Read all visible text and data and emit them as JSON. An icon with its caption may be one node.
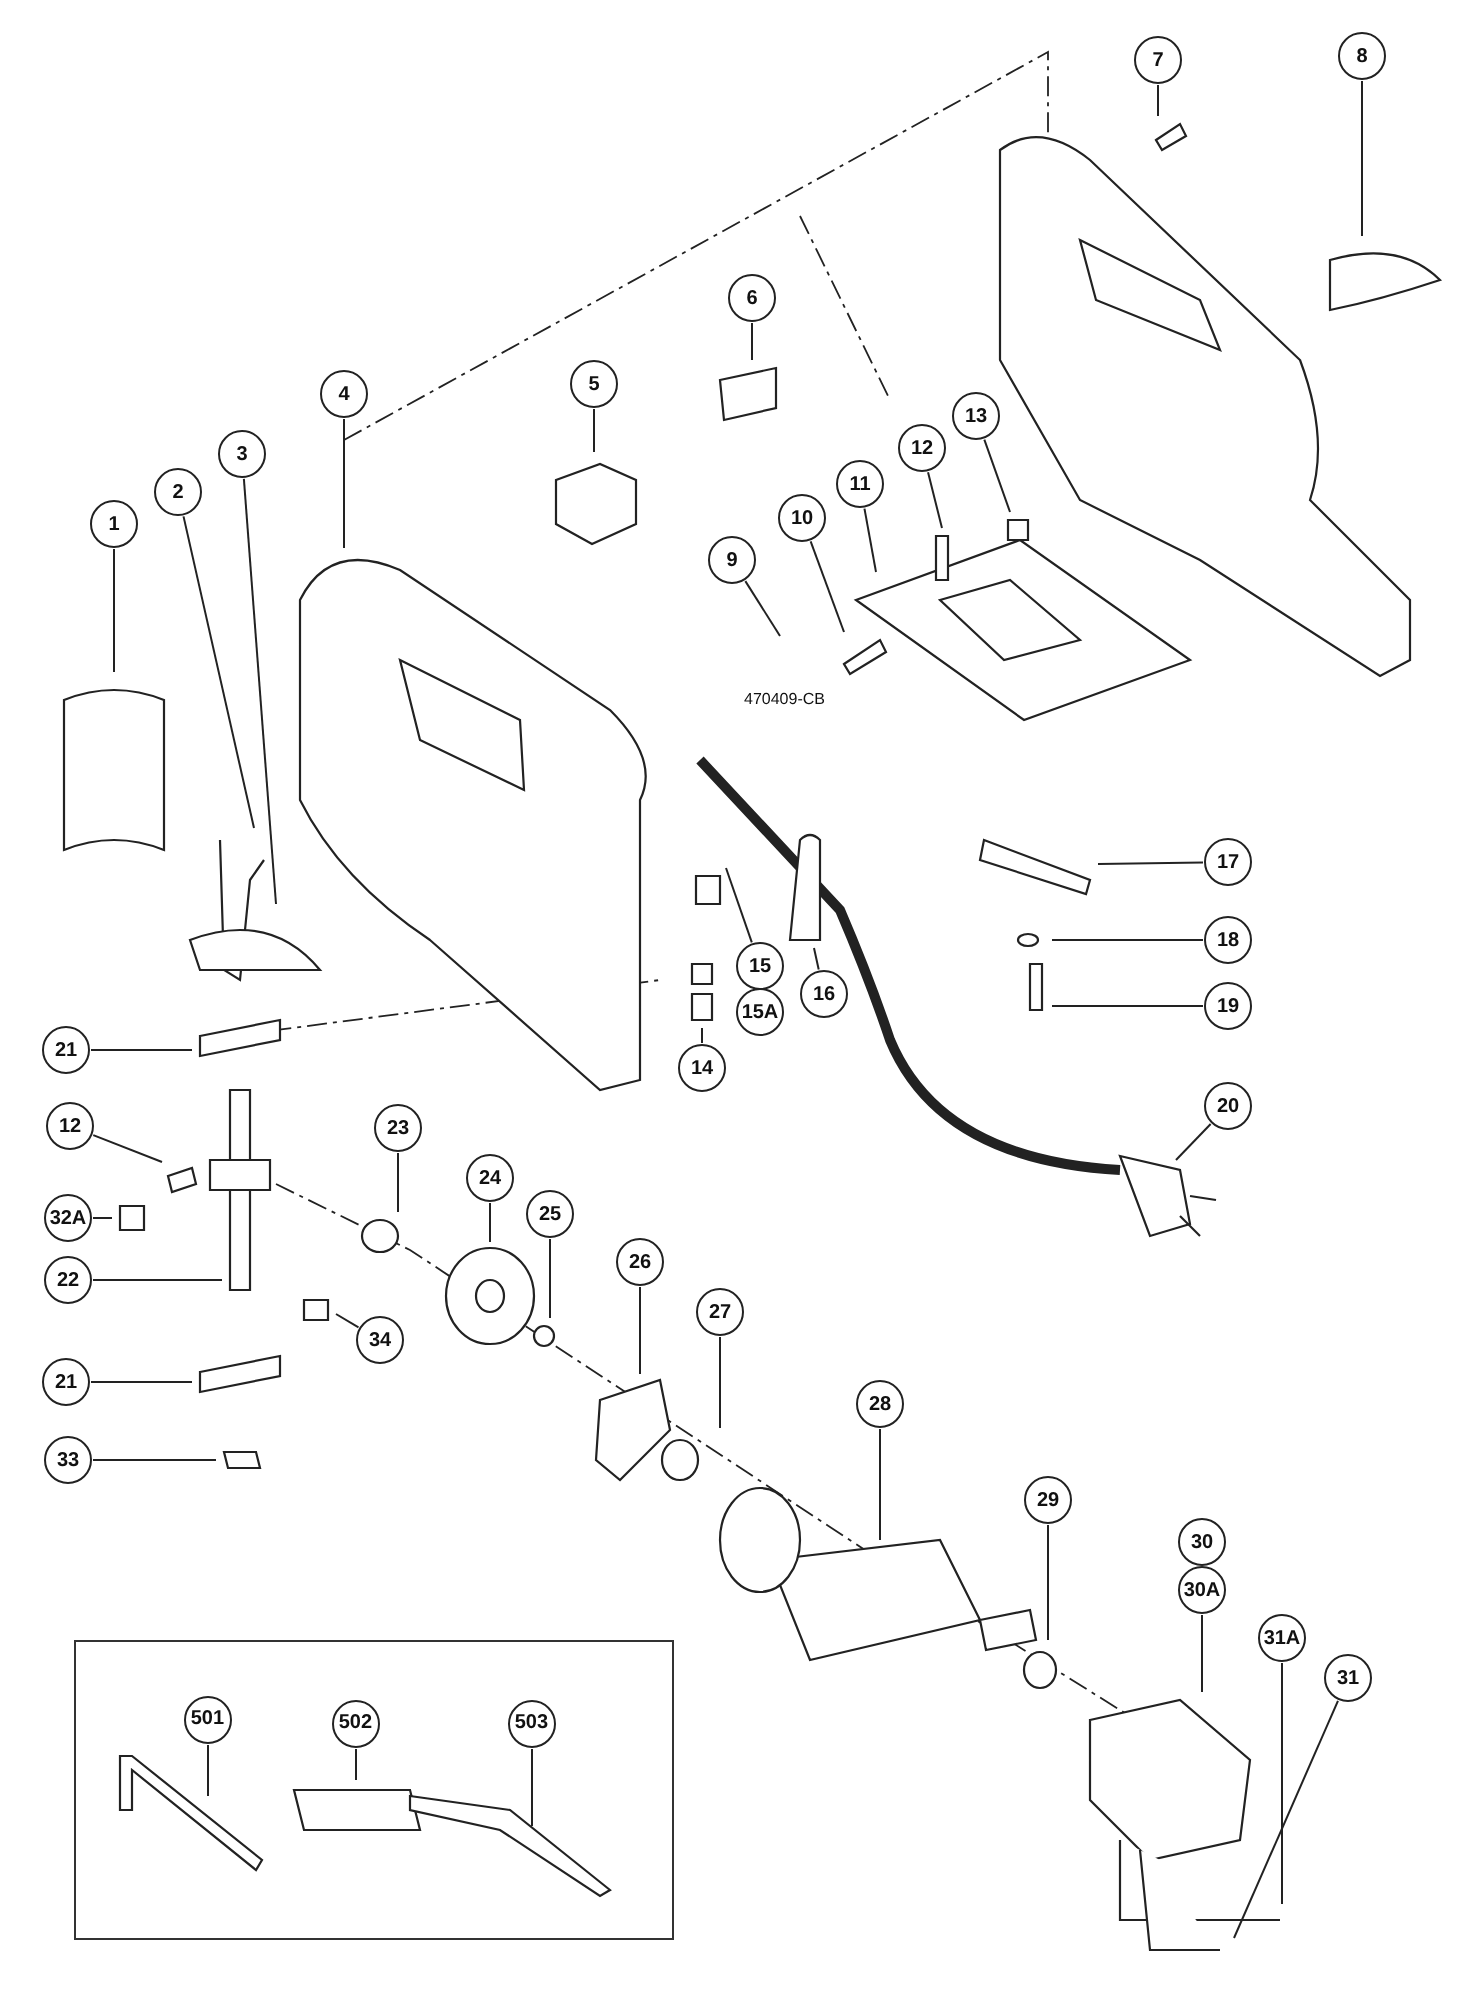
{
  "diagram": {
    "nodes": [
      {
        "text": [
          "1"
        ]
      },
      {
        "text": [
          "2"
        ]
      },
      {
        "text": [
          "3"
        ]
      },
      {
        "text": [
          "4"
        ]
      },
      {
        "text": [
          "5"
        ]
      },
      {
        "text": [
          "6"
        ]
      },
      {
        "text": [
          "7"
        ]
      },
      {
        "text": [
          "8"
        ]
      },
      {
        "text": [
          "9"
        ]
      },
      {
        "text": [
          "10"
        ]
      },
      {
        "text": [
          "11"
        ]
      },
      {
        "text": [
          "12"
        ]
      },
      {
        "text": [
          "13"
        ]
      },
      {
        "text": [
          "15"
        ]
      },
      {
        "text": [
          "15A"
        ]
      },
      {
        "text": [
          "14"
        ]
      },
      {
        "text": [
          "16"
        ]
      },
      {
        "text": [
          "17"
        ]
      },
      {
        "text": [
          "18"
        ]
      },
      {
        "text": [
          "19"
        ]
      },
      {
        "text": [
          "20"
        ]
      },
      {
        "text": [
          "21"
        ]
      },
      {
        "text": [
          "12"
        ]
      },
      {
        "text": [
          "32A"
        ]
      },
      {
        "text": [
          "22"
        ]
      },
      {
        "text": [
          "23"
        ]
      },
      {
        "text": [
          "24"
        ]
      },
      {
        "text": [
          "25"
        ]
      },
      {
        "text": [
          "26"
        ]
      },
      {
        "text": [
          "34"
        ]
      },
      {
        "text": [
          "21"
        ]
      },
      {
        "text": [
          "27"
        ]
      },
      {
        "text": [
          "33"
        ]
      },
      {
        "text": [
          "28"
        ]
      },
      {
        "text": [
          "29"
        ]
      },
      {
        "text": [
          "30"
        ]
      },
      {
        "text": [
          "30A"
        ]
      },
      {
        "text": [
          "31A"
        ]
      },
      {
        "text": [
          "31"
        ]
      },
      {
        "text": [],
        "shape": "box"
      },
      {
        "text": [
          "501"
        ],
        "in": 39
      },
      {
        "text": [
          "502"
        ],
        "in": 39
      },
      {
        "text": [
          "503"
        ],
        "in": 39
      }
    ],
    "edges": [
      {
        "from": 0,
        "to": null,
        "arrow": "none"
      },
      {
        "from": 1,
        "to": null,
        "arrow": "none"
      },
      {
        "from": 2,
        "to": null,
        "arrow": "none"
      },
      {
        "from": 3,
        "to": null,
        "arrow": "none"
      },
      {
        "from": 4,
        "to": null,
        "arrow": "none"
      },
      {
        "from": 5,
        "to": null,
        "arrow": "none"
      },
      {
        "from": 6,
        "to": null,
        "arrow": "none"
      },
      {
        "from": 7,
        "to": null,
        "arrow": "none"
      },
      {
        "from": 8,
        "to": null,
        "arrow": "none"
      },
      {
        "from": 9,
        "to": null,
        "arrow": "none"
      },
      {
        "from": 10,
        "to": null,
        "arrow": "none"
      },
      {
        "from": 11,
        "to": null,
        "arrow": "none"
      },
      {
        "from": 12,
        "to": null,
        "arrow": "none"
      },
      {
        "from": 13,
        "to": null,
        "arrow": "none"
      },
      {
        "from": 15,
        "to": null,
        "arrow": "none"
      },
      {
        "from": 16,
        "to": null,
        "arrow": "none"
      },
      {
        "from": 17,
        "to": null,
        "arrow": "none"
      },
      {
        "from": 18,
        "to": null,
        "arrow": "none"
      },
      {
        "from": 19,
        "to": null,
        "arrow": "none"
      },
      {
        "from": 20,
        "to": null,
        "arrow": "none"
      },
      {
        "from": 21,
        "to": null,
        "arrow": "none"
      },
      {
        "from": 22,
        "to": null,
        "arrow": "none"
      },
      {
        "from": 23,
        "to": null,
        "arrow": "none"
      },
      {
        "from": 24,
        "to": null,
        "arrow": "none"
      },
      {
        "from": 25,
        "to": null,
        "arrow": "none"
      },
      {
        "from": 26,
        "to": null,
        "arrow": "none"
      },
      {
        "from": 27,
        "to": null,
        "arrow": "none"
      },
      {
        "from": 28,
        "to": null,
        "arrow": "none"
      },
      {
        "from": 29,
        "to": null,
        "arrow": "none"
      },
      {
        "from": 30,
        "to": null,
        "arrow": "none"
      },
      {
        "from": 31,
        "to": null,
        "arrow": "none"
      },
      {
        "from": 32,
        "to": null,
        "arrow": "none"
      },
      {
        "from": 33,
        "to": null,
        "arrow": "none"
      },
      {
        "from": 34,
        "to": null,
        "arrow": "none"
      },
      {
        "from": 36,
        "to": null,
        "arrow": "none"
      },
      {
        "from": 37,
        "to": null,
        "arrow": "none"
      },
      {
        "from": 38,
        "to": null,
        "arrow": "none"
      },
      {
        "from": 40,
        "to": null,
        "arrow": "none"
      },
      {
        "from": 41,
        "to": null,
        "arrow": "none"
      },
      {
        "from": 42,
        "to": null,
        "arrow": "none"
      }
    ],
    "labels": [
      "470409-CB"
    ]
  }
}
